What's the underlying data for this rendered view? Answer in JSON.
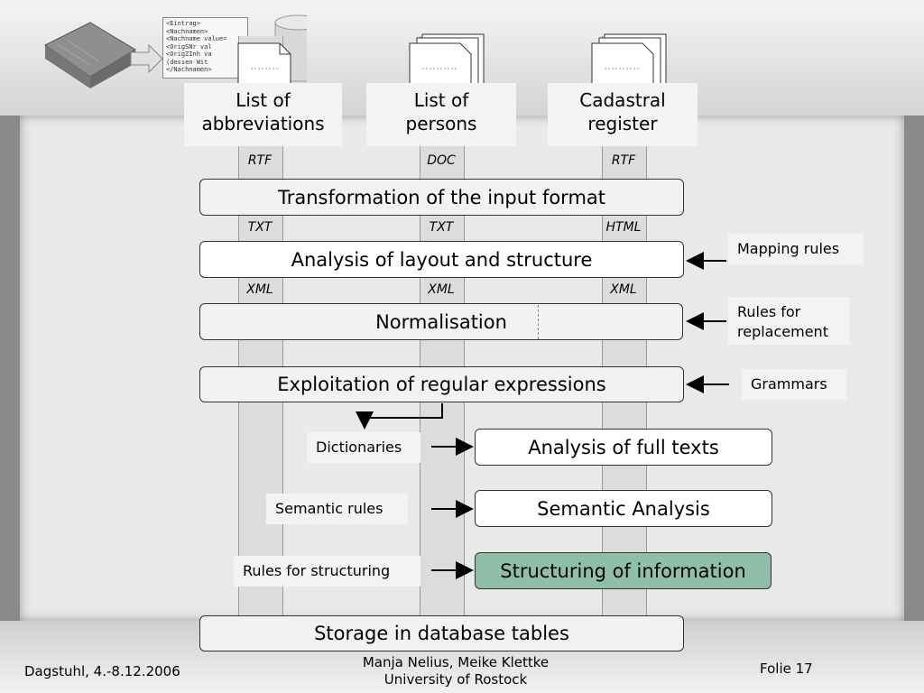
{
  "sources": [
    {
      "label_line1": "List of",
      "label_line2": "abbreviations",
      "format_in": "RTF",
      "format_mid": "TXT",
      "format_out": "XML"
    },
    {
      "label_line1": "List of",
      "label_line2": "persons",
      "format_in": "DOC",
      "format_mid": "TXT",
      "format_out": "XML"
    },
    {
      "label_line1": "Cadastral",
      "label_line2": "register",
      "format_in": "RTF",
      "format_mid": "HTML",
      "format_out": "XML"
    }
  ],
  "steps": {
    "transformation": "Transformation of the input format",
    "layout_analysis": "Analysis of layout and structure",
    "normalisation": "Normalisation",
    "regex": "Exploitation of regular expressions",
    "full_texts": "Analysis of full texts",
    "semantic": "Semantic Analysis",
    "structuring": "Structuring of information",
    "storage": "Storage in database tables"
  },
  "resources": {
    "mapping_rules": "Mapping rules",
    "replacement_line1": "Rules for",
    "replacement_line2": "replacement",
    "grammars": "Grammars",
    "dictionaries": "Dictionaries",
    "semantic_rules": "Semantic rules",
    "structuring_rules": "Rules for structuring"
  },
  "xml_snippet": [
    "<Eintrag>",
    " <Nachnamen>",
    "  <Nachname value=",
    "  <OrigSNr val",
    "  <OrigZInh va",
    "   (dessen Wit",
    " </Nachnamen>"
  ],
  "footer": {
    "left": "Dagstuhl, 4.-8.12.2006",
    "center_line1": "Manja Nelius, Meike Klettke",
    "center_line2": "University of Rostock",
    "right": "Folie 17"
  },
  "colors": {
    "highlight": "#8fbfaa"
  }
}
